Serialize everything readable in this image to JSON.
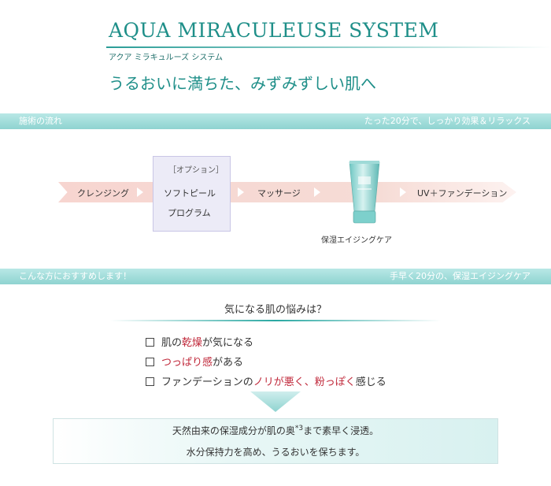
{
  "header": {
    "brand_title": "AQUA MIRACULEUSE SYSTEM",
    "brand_kana": "アクア ミラキュルーズ システム",
    "tagline": "うるおいに満ちた、みずみずしい肌へ"
  },
  "section_flow": {
    "band_left": "施術の流れ",
    "band_right": "たった20分で、しっかり効果＆リラックス",
    "option_label": "［オプション］",
    "steps": [
      "クレンジング",
      "ソフトピール",
      "プログラム",
      "マッサージ",
      "UV＋ファンデーション"
    ],
    "product_caption": "保湿エイジングケア"
  },
  "section_recommend": {
    "band_left": "こんな方におすすめします！",
    "band_right": "手早く20分の、保湿エイジングケア",
    "question": "気になる肌の悩みは？",
    "items": [
      {
        "pre": "肌の",
        "hl": "乾燥",
        "post": "が気になる"
      },
      {
        "pre": "",
        "hl": "つっぱり感",
        "post": "がある"
      },
      {
        "pre": "ファンデーションの",
        "hl": "ノリが悪く、粉っぽく",
        "post": "感じる"
      }
    ],
    "result_line1_pre": "天然由来の保湿成分が肌の奥",
    "result_line1_sup": "*3",
    "result_line1_post": "まで素早く浸透。",
    "result_line2": "水分保持力を高め、うるおいを保ちます。"
  },
  "colors": {
    "brand_teal": "#1f8f89",
    "band_teal": "#8fd3d0",
    "highlight_red": "#c0283a",
    "option_lavender": "#ecebf7",
    "flow_pink": "#f7d5d0"
  },
  "icons": [
    "checkbox-icon",
    "down-chevron-icon",
    "product-tube-icon",
    "arrow-right-icon"
  ]
}
